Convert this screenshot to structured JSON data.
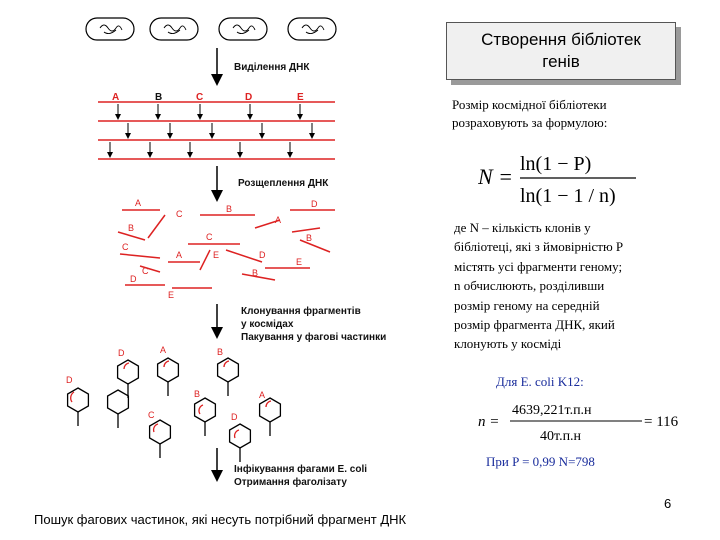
{
  "title_box": {
    "line1": "Створення бібліотек",
    "line2": "генів"
  },
  "diagram": {
    "step_isolation": "Виділення ДНК",
    "step_cleavage": "Розщеплення ДНК",
    "step_cloning_1": "Клонування фрагментів",
    "step_cloning_2": "у космідах",
    "step_cloning_3": "Пакування у фагові частинки",
    "step_infection_1": "Інфікування фагами E. coli",
    "step_infection_2": "Отримання фаголізату",
    "site_labels": [
      "A",
      "B",
      "C",
      "D",
      "E"
    ]
  },
  "text": {
    "intro_line1": "Розмір космідної бібліотеки",
    "intro_line2": "розраховують за формулою:",
    "desc_line1": "де N – кількість клонів у",
    "desc_line2": "бібліотеці, які з ймовірністю P",
    "desc_line3": "містять усі фрагменти геному;",
    "desc_line4": "n обчислюють, розділивши",
    "desc_line5": "розмір геному на середній",
    "desc_line6": "розмір фрагмента ДНК, який",
    "desc_line7": "клонують у косміді",
    "ecoli_line": "Для E. coli K12:",
    "result_line": "При P = 0,99 N=798",
    "footer": "Пошук фагових частинок, які несуть потрібний фрагмент ДНК",
    "page_number": "6"
  },
  "formula1": {
    "lhs": "N =",
    "numerator": "ln(1 − P)",
    "denominator": "ln(1 − 1 / n)"
  },
  "formula2": {
    "lhs": "n =",
    "numerator": "4639,221т.п.н",
    "denominator": "40т.п.н",
    "result": "= 116"
  },
  "colors": {
    "accent_red": "#d22222",
    "formula_blue": "#1a2d9c",
    "title_bg": "#f0f0f0"
  }
}
